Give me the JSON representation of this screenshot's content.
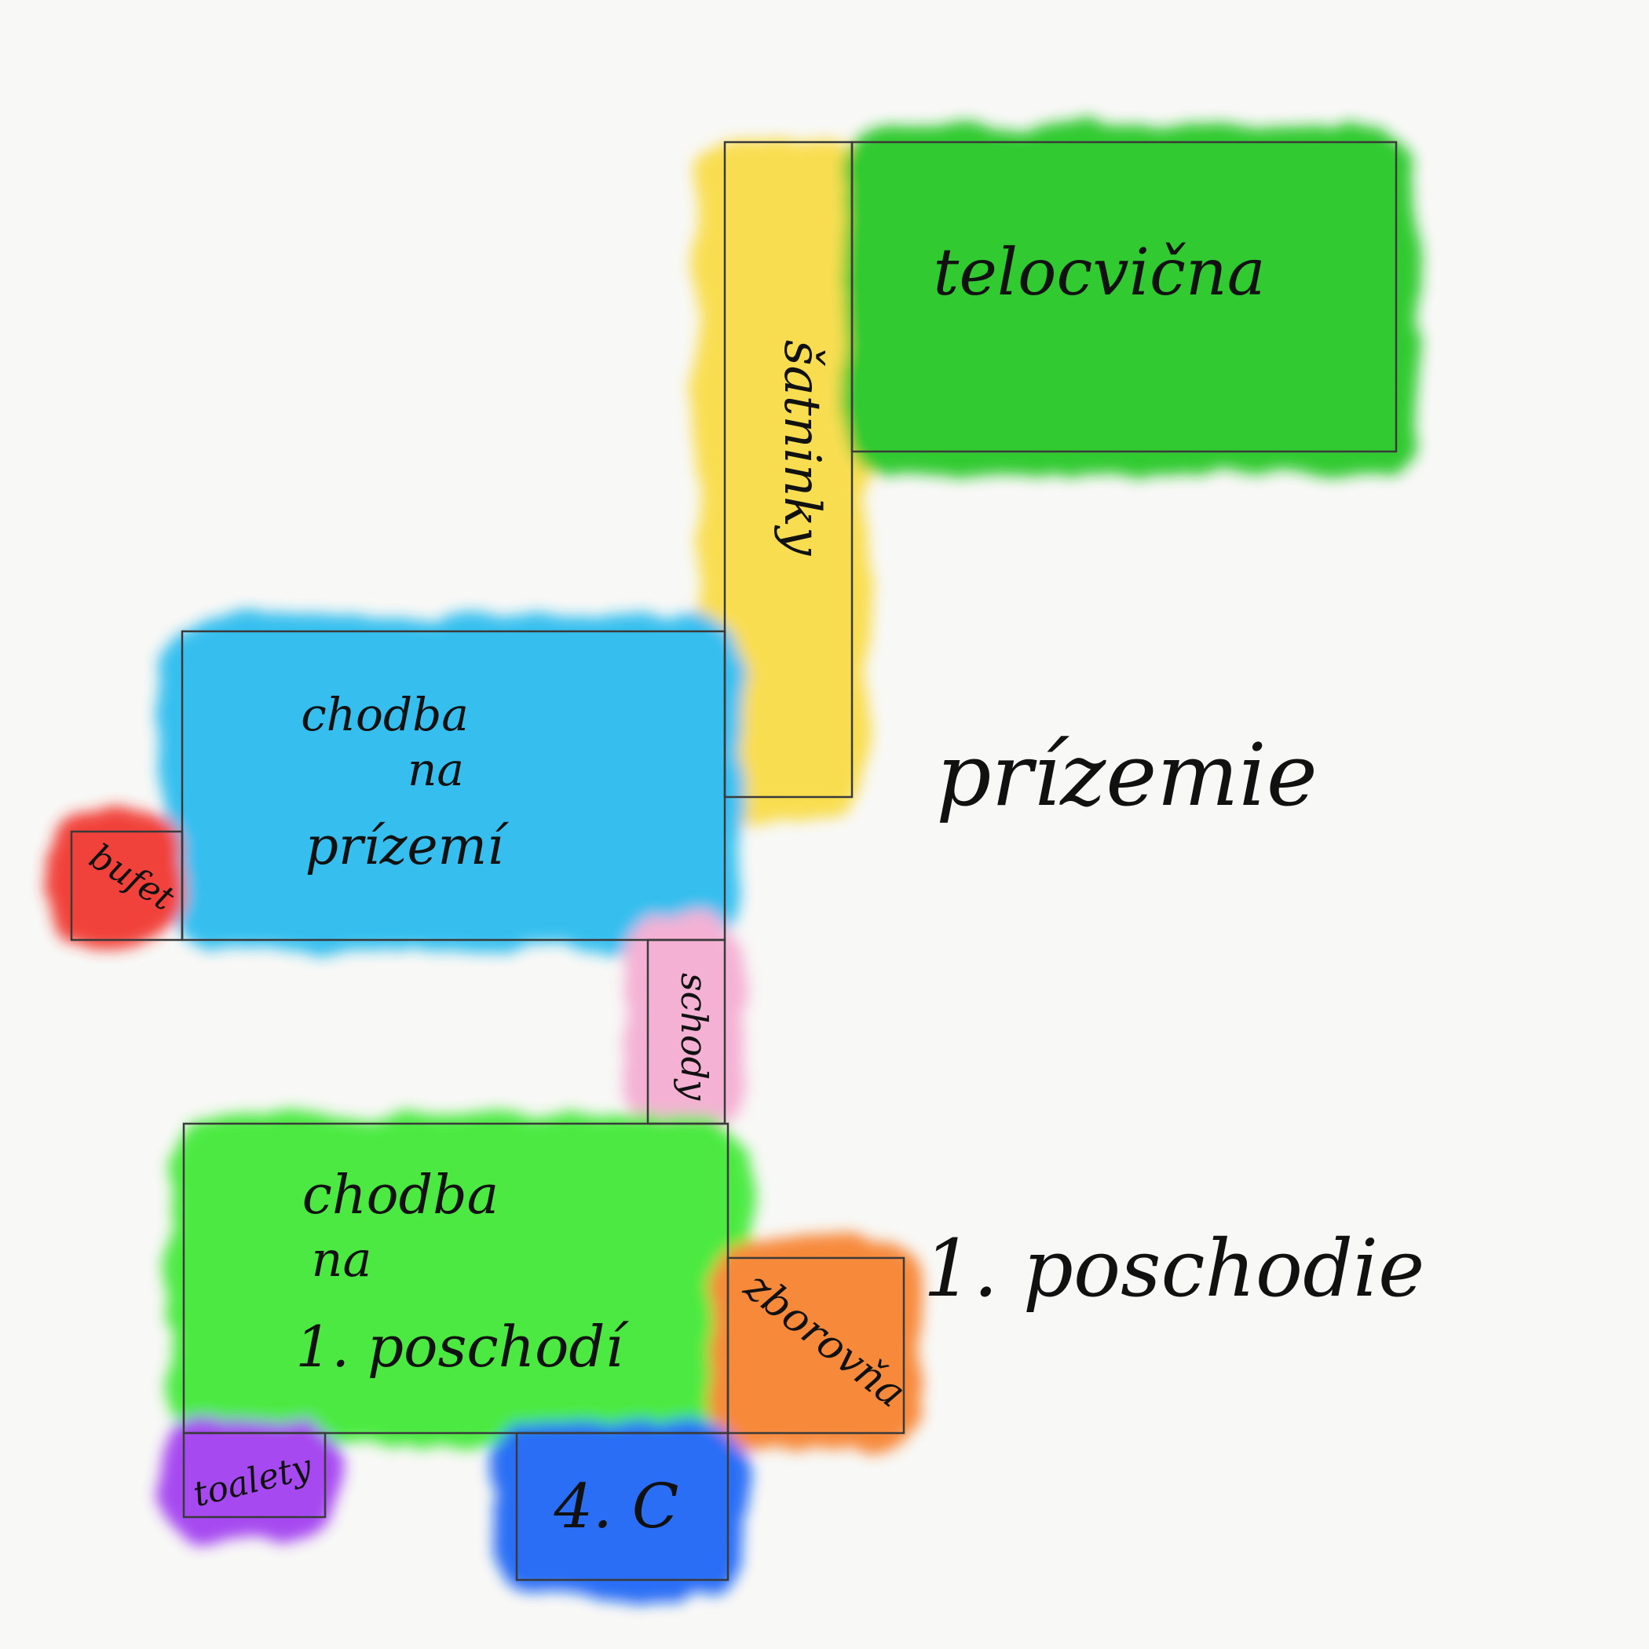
{
  "rooms": {
    "telocvicna": {
      "label": "telocvična",
      "color": "#19c419"
    },
    "satninky": {
      "label": "šatninky",
      "color": "#f9da3a"
    },
    "chodba_prizemi": {
      "line1": "chodba",
      "line2": "na",
      "line3": "prízemí",
      "color": "#1ab8ee"
    },
    "bufet": {
      "label": "bufet",
      "color": "#f02a22"
    },
    "schody": {
      "label": "schody",
      "color": "#f4a8d0"
    },
    "chodba_poschodi": {
      "line1": "chodba",
      "line2": "na",
      "line3": "1. poschodí",
      "color": "#35e82a"
    },
    "zborovna": {
      "label": "zborovňa",
      "color": "#f77a20"
    },
    "toalety": {
      "label": "toalety",
      "color": "#9b30f0"
    },
    "trieda_4c": {
      "label": "4. C",
      "color": "#0a5cf5"
    }
  },
  "floors": {
    "ground": "prízemie",
    "first": "1. poschodie"
  }
}
